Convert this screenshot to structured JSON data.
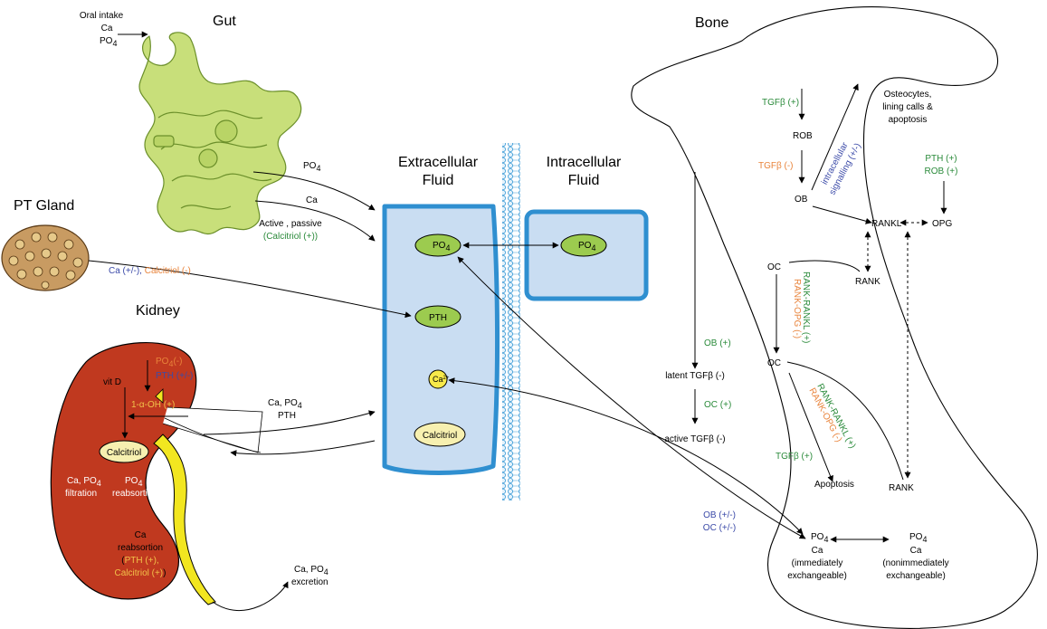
{
  "colors": {
    "green_text": "#2a8a3a",
    "orange_text": "#e8833a",
    "blue_text": "#3b4aa8",
    "kidney": "#c0391f",
    "ureter": "#f2e620",
    "gut_fill": "#c8df7a",
    "gut_stroke": "#6b8f2a",
    "fluid_fill": "#c9ddf2",
    "fluid_stroke": "#2f8fd0",
    "node_green": "#9ccb4f",
    "node_yellow": "#f7f0b0",
    "gland_fill": "#c89b62"
  },
  "titles": {
    "gut": "Gut",
    "pt_gland": "PT Gland",
    "kidney": "Kidney",
    "bone": "Bone",
    "ecf_line1": "Extracellular",
    "ecf_line2": "Fluid",
    "icf_line1": "Intracellular",
    "icf_line2": "Fluid"
  },
  "oral": {
    "line1": "Oral intake",
    "line2": "Ca",
    "line3": "PO",
    "line3_sub": "4"
  },
  "gut_arrows": {
    "po4": "PO",
    "po4_sub": "4",
    "ca": "Ca",
    "active": "Active , passive",
    "calcitriol": "(Calcitriol (+))"
  },
  "ptg_arrow": {
    "ca": "Ca (+/-), ",
    "calcitriol": "Calcitriol (-)"
  },
  "ecf_nodes": {
    "po4": "PO",
    "po4_sub": "4",
    "pth": "PTH",
    "ca": "Ca",
    "ca_sup": "2+",
    "calcitriol": "Calcitriol"
  },
  "icf_nodes": {
    "po4": "PO",
    "po4_sub": "4"
  },
  "kidney_labels": {
    "po4_minus": "PO",
    "po4_minus_sub": "4",
    "po4_minus_tail": "(-)",
    "pth_pm": "PTH (+/-)",
    "vit_d": "vit D",
    "one_alpha": "1-α-OH (+)",
    "calcitriol": "Calcitriol",
    "filtration_line1": "Ca, PO",
    "filtration_line1_sub": "4",
    "filtration_line2": "filtration",
    "reabs_line1": "PO",
    "reabs_line1_sub": "4",
    "reabs_line2": "reabsortion",
    "ca_reabs_1": "Ca",
    "ca_reabs_2": "reabsortion",
    "ca_reabs_3a": "(",
    "ca_reabs_3b": "PTH (+),",
    "ca_reabs_4a": "Calcitriol (+)",
    "ca_reabs_4b": ")"
  },
  "kidney_exchange": {
    "line1": "Ca, PO",
    "line1_sub": "4",
    "line2": "PTH"
  },
  "excretion": {
    "line1": "Ca, PO",
    "line1_sub": "4",
    "line2": "excretion"
  },
  "bone": {
    "tgfb_plus_top": "TGFβ (+)",
    "rob": "ROB",
    "tgfb_minus": "TGFβ (-)",
    "ob": "OB",
    "osteocytes_1": "Osteocytes,",
    "osteocytes_2": "lining calls &",
    "osteocytes_3": "apoptosis",
    "intracellular_1": "intracellular",
    "intracellular_2": "signalling (+/-)",
    "pth_plus": "PTH (+)",
    "rob_plus": "ROB (+)",
    "rankl": "RANKL",
    "opg": "OPG",
    "oc_top": "OC",
    "rank_top": "RANK",
    "rank_rankl_1": "RANK-RANKL (+)",
    "rank_opg_1": "RANK-OPG (-)",
    "oc_mid": "OC",
    "rank_rankl_2": "RANK-RANKL (+)",
    "rank_opg_2": "RANK-OPG (-)",
    "tgfb_plus_low": "TGFβ (+)",
    "apoptosis": "Apoptosis",
    "rank_bottom": "RANK",
    "ob_plus": "OB (+)",
    "latent_tgfb": "latent TGFβ (-)",
    "oc_plus": "OC (+)",
    "active_tgfb": "active TGFβ (-)",
    "ob_pm": "OB (+/-)",
    "oc_pm": "OC (+/-)",
    "exch_po4": "PO",
    "exch_po4_sub": "4",
    "exch_ca": "Ca",
    "exch_1": "(immediately",
    "exch_2": "exchangeable)",
    "nonexch_po4": "PO",
    "nonexch_po4_sub": "4",
    "nonexch_ca": "Ca",
    "nonexch_1": "(nonimmediately",
    "nonexch_2": "exchangeable)"
  }
}
